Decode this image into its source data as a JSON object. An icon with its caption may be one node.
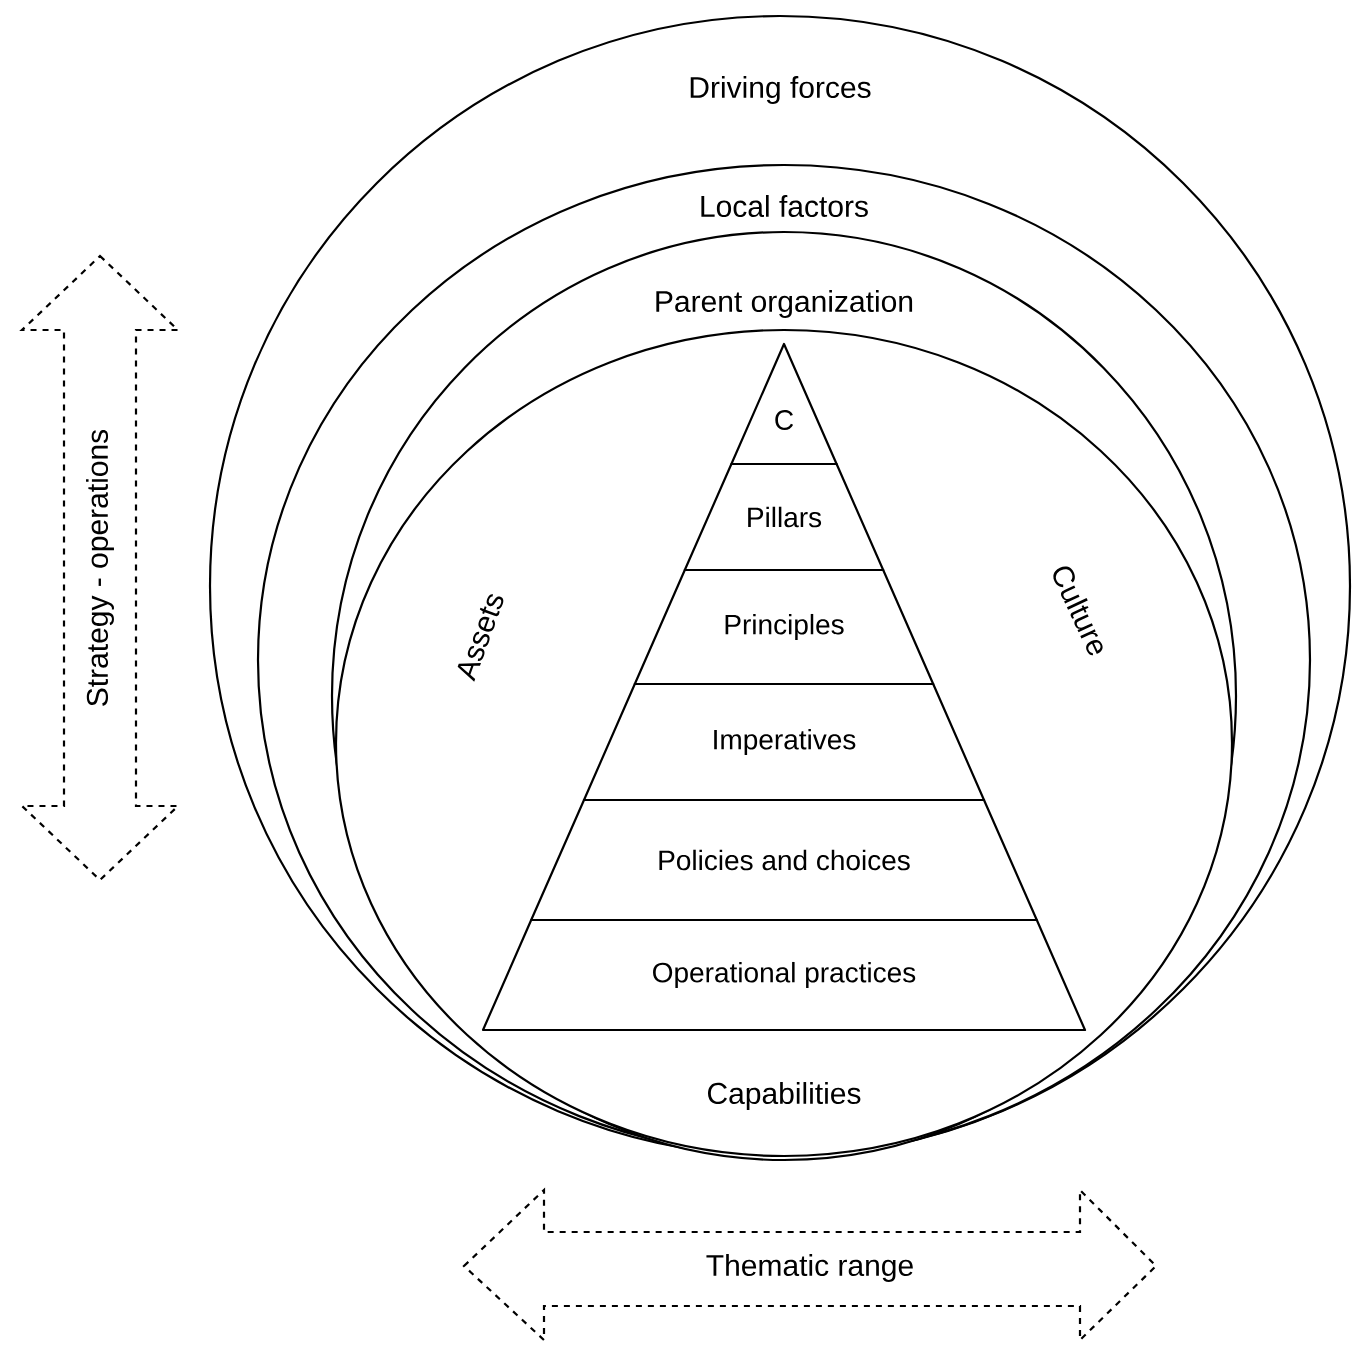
{
  "diagram": {
    "nodes": [
      {
        "text": [
          "Driving forces"
        ]
      },
      {
        "text": [
          "Local factors"
        ],
        "in": 0
      },
      {
        "text": [
          "Parent organization"
        ],
        "in": 1
      },
      {
        "text": [
          "Assets",
          "Culture",
          "Capabilities"
        ],
        "in": 2
      },
      {
        "text": [
          "C"
        ],
        "in": 3
      },
      {
        "text": [
          "Pillars"
        ],
        "in": 3
      },
      {
        "text": [
          "Principles"
        ],
        "in": 3
      },
      {
        "text": [
          "Imperatives"
        ],
        "in": 3
      },
      {
        "text": [
          "Policies and choices"
        ],
        "in": 3
      },
      {
        "text": [
          "Operational practices"
        ],
        "in": 3
      },
      {
        "text": [
          "Strategy - operations"
        ]
      },
      {
        "text": [
          "Thematic range"
        ]
      }
    ]
  }
}
